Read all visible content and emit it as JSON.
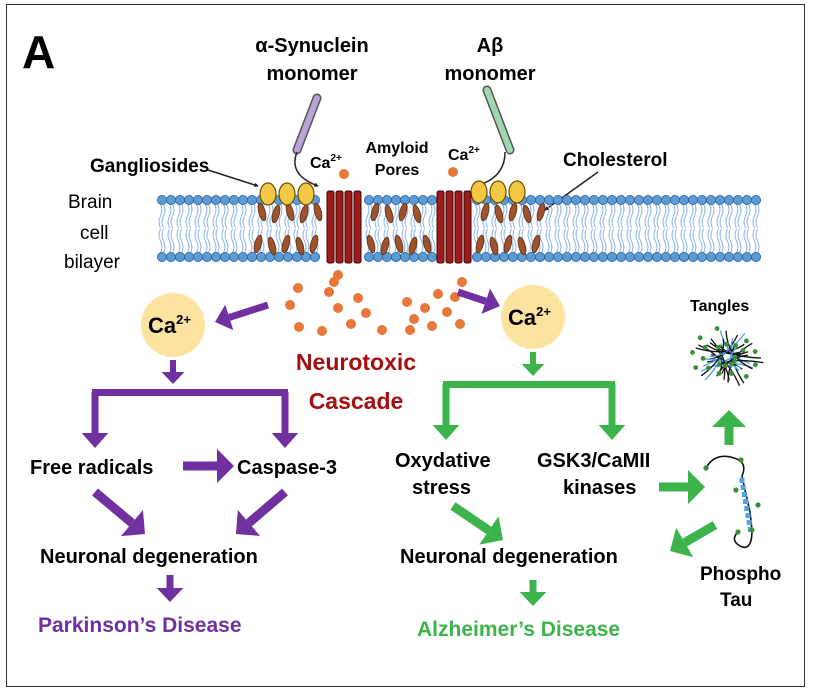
{
  "panel_label": "A",
  "labels": {
    "syn_1": "α-Synuclein",
    "syn_2": "monomer",
    "ab_1": "Aβ",
    "ab_2": "monomer",
    "gangliosides": "Gangliosides",
    "cholesterol": "Cholesterol",
    "amyloid_1": "Amyloid",
    "amyloid_2": "Pores",
    "bilayer_1": "Brain",
    "bilayer_2": "cell",
    "bilayer_3": "bilayer",
    "ca_base": "Ca",
    "ca_sup": "2+",
    "neurotoxic": "Neurotoxic",
    "cascade": "Cascade",
    "free_radicals": "Free radicals",
    "caspase": "Caspase-3",
    "neuronal_left": "Neuronal degeneration",
    "parkinsons": "Parkinson’s Disease",
    "oxy_1": "Oxydative",
    "oxy_2": "stress",
    "gsk_1": "GSK3/CaMII",
    "gsk_2": "kinases",
    "neuronal_right": "Neuronal degeneration",
    "alzheimers": "Alzheimer’s Disease",
    "tangles": "Tangles",
    "phospho_1": "Phospho",
    "phospho_2": "Tau"
  },
  "colors": {
    "purple": "#7030a0",
    "green": "#3cb44b",
    "dark_red": "#a50f0f",
    "ca_circle": "#fde3a0",
    "ion": "#e8773a",
    "head_blue": "#5b9bd5",
    "ganglioside": "#f2c744",
    "pore": "#9e1b1b",
    "syn_rod": "#b9a3d6",
    "ab_rod": "#9fd8b0",
    "tau_blue": "#4ea3e0",
    "tangle_green": "#3a8f3a"
  }
}
